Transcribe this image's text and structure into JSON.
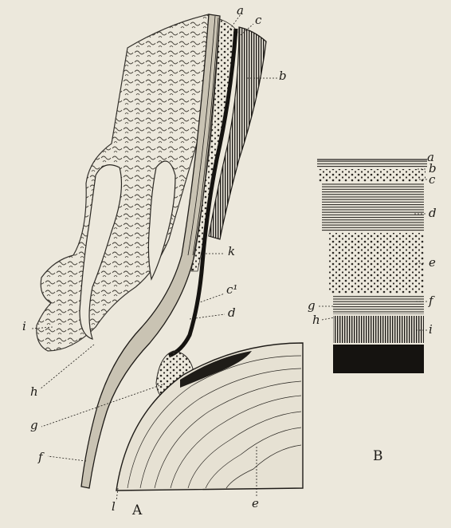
{
  "figure": {
    "panel_a": {
      "caption": "A",
      "labels": {
        "a": "a",
        "c": "c",
        "b": "b",
        "k": "k",
        "c1": "c¹",
        "d": "d",
        "i": "i",
        "h": "h",
        "g": "g",
        "f": "f",
        "l": "l",
        "e": "e"
      }
    },
    "panel_b": {
      "caption": "B",
      "labels": {
        "a": "a",
        "b": "b",
        "c": "c",
        "d": "d",
        "e": "e",
        "f": "f",
        "g": "g",
        "h": "h",
        "i": "i"
      }
    }
  },
  "colors": {
    "paper": "#ece8dc",
    "ink": "#1d1b17"
  }
}
